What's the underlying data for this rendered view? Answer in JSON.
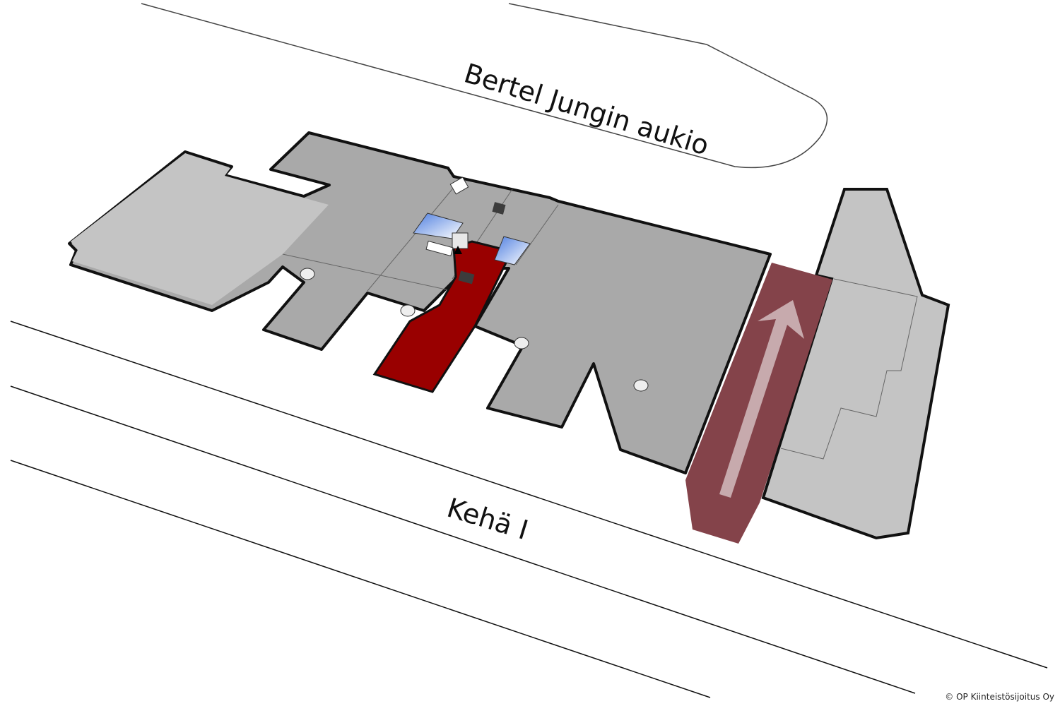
{
  "labels": {
    "square": "Bertel Jungin aukio",
    "road": "Kehä I"
  },
  "copyright": "© OP Kiinteistösijoitus Oy",
  "colors": {
    "floor": "#a9a9a9",
    "floor_light": "#c4c4c4",
    "highlight": "#990000",
    "ramp": "#84434a",
    "water": "#6f9be8"
  }
}
